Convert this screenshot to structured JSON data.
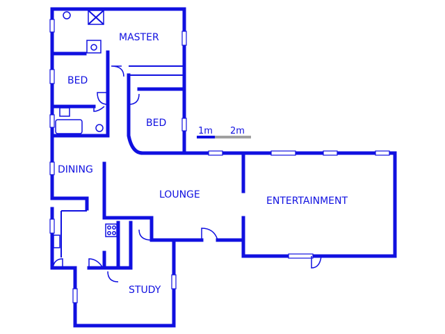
{
  "rooms": {
    "master": "MASTER",
    "bed1": "BED",
    "bed2": "BED",
    "dining": "DINING",
    "lounge": "LOUNGE",
    "entertainment": "ENTERTAINMENT",
    "study": "STUDY"
  },
  "scale": {
    "label_1m": "1m",
    "label_2m": "2m"
  },
  "colors": {
    "wall": "#1010e0",
    "scale_grey": "#a0a0a0"
  }
}
